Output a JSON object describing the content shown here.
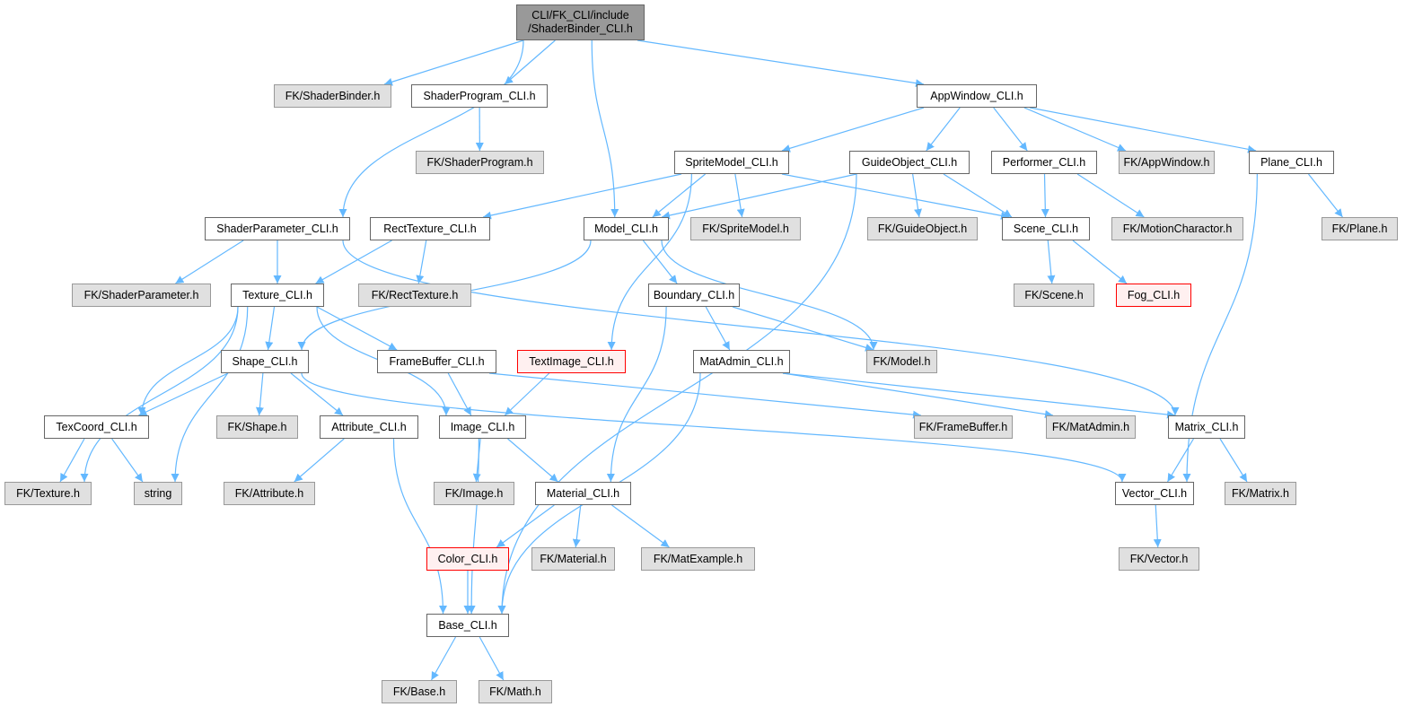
{
  "graph": {
    "colors": {
      "edge": "#63b8ff",
      "root_fill": "#999999",
      "external_fill": "#e0e0e0",
      "missing_border": "#ff0000"
    },
    "nodes": [
      {
        "id": "root",
        "label": "CLI/FK_CLI/include",
        "label2": "/ShaderBinder_CLI.h",
        "kind": "root"
      },
      {
        "id": "fk_shaderbinder",
        "label": "FK/ShaderBinder.h",
        "kind": "ext"
      },
      {
        "id": "shaderprogram",
        "label": "ShaderProgram_CLI.h",
        "kind": "local"
      },
      {
        "id": "fk_shaderprogram",
        "label": "FK/ShaderProgram.h",
        "kind": "ext"
      },
      {
        "id": "appwindow",
        "label": "AppWindow_CLI.h",
        "kind": "local"
      },
      {
        "id": "spritemodel",
        "label": "SpriteModel_CLI.h",
        "kind": "local"
      },
      {
        "id": "guideobject",
        "label": "GuideObject_CLI.h",
        "kind": "local"
      },
      {
        "id": "performer",
        "label": "Performer_CLI.h",
        "kind": "local"
      },
      {
        "id": "fk_appwindow",
        "label": "FK/AppWindow.h",
        "kind": "ext"
      },
      {
        "id": "plane",
        "label": "Plane_CLI.h",
        "kind": "local"
      },
      {
        "id": "shaderparameter",
        "label": "ShaderParameter_CLI.h",
        "kind": "local"
      },
      {
        "id": "recttexture",
        "label": "RectTexture_CLI.h",
        "kind": "local"
      },
      {
        "id": "model",
        "label": "Model_CLI.h",
        "kind": "local"
      },
      {
        "id": "fk_spritemodel",
        "label": "FK/SpriteModel.h",
        "kind": "ext"
      },
      {
        "id": "fk_guideobject",
        "label": "FK/GuideObject.h",
        "kind": "ext"
      },
      {
        "id": "scene",
        "label": "Scene_CLI.h",
        "kind": "local"
      },
      {
        "id": "fk_motioncharactor",
        "label": "FK/MotionCharactor.h",
        "kind": "ext"
      },
      {
        "id": "fk_plane",
        "label": "FK/Plane.h",
        "kind": "ext"
      },
      {
        "id": "fk_shaderparameter",
        "label": "FK/ShaderParameter.h",
        "kind": "ext"
      },
      {
        "id": "texture",
        "label": "Texture_CLI.h",
        "kind": "local"
      },
      {
        "id": "fk_recttexture",
        "label": "FK/RectTexture.h",
        "kind": "ext"
      },
      {
        "id": "boundary",
        "label": "Boundary_CLI.h",
        "kind": "local"
      },
      {
        "id": "fk_scene",
        "label": "FK/Scene.h",
        "kind": "ext"
      },
      {
        "id": "fog",
        "label": "Fog_CLI.h",
        "kind": "red"
      },
      {
        "id": "shape",
        "label": "Shape_CLI.h",
        "kind": "local"
      },
      {
        "id": "framebuffer",
        "label": "FrameBuffer_CLI.h",
        "kind": "local"
      },
      {
        "id": "textimage",
        "label": "TextImage_CLI.h",
        "kind": "red"
      },
      {
        "id": "matadmin",
        "label": "MatAdmin_CLI.h",
        "kind": "local"
      },
      {
        "id": "fk_model",
        "label": "FK/Model.h",
        "kind": "ext"
      },
      {
        "id": "texcoord",
        "label": "TexCoord_CLI.h",
        "kind": "local"
      },
      {
        "id": "fk_shape",
        "label": "FK/Shape.h",
        "kind": "ext"
      },
      {
        "id": "attribute",
        "label": "Attribute_CLI.h",
        "kind": "local"
      },
      {
        "id": "image",
        "label": "Image_CLI.h",
        "kind": "local"
      },
      {
        "id": "fk_framebuffer",
        "label": "FK/FrameBuffer.h",
        "kind": "ext"
      },
      {
        "id": "fk_matadmin",
        "label": "FK/MatAdmin.h",
        "kind": "ext"
      },
      {
        "id": "matrix",
        "label": "Matrix_CLI.h",
        "kind": "local"
      },
      {
        "id": "fk_texture",
        "label": "FK/Texture.h",
        "kind": "ext"
      },
      {
        "id": "string",
        "label": "string",
        "kind": "ext"
      },
      {
        "id": "fk_attribute",
        "label": "FK/Attribute.h",
        "kind": "ext"
      },
      {
        "id": "fk_image",
        "label": "FK/Image.h",
        "kind": "ext"
      },
      {
        "id": "material",
        "label": "Material_CLI.h",
        "kind": "local"
      },
      {
        "id": "vector",
        "label": "Vector_CLI.h",
        "kind": "local"
      },
      {
        "id": "fk_matrix",
        "label": "FK/Matrix.h",
        "kind": "ext"
      },
      {
        "id": "color",
        "label": "Color_CLI.h",
        "kind": "red"
      },
      {
        "id": "fk_material",
        "label": "FK/Material.h",
        "kind": "ext"
      },
      {
        "id": "fk_matexample",
        "label": "FK/MatExample.h",
        "kind": "ext"
      },
      {
        "id": "fk_vector",
        "label": "FK/Vector.h",
        "kind": "ext"
      },
      {
        "id": "base",
        "label": "Base_CLI.h",
        "kind": "local"
      },
      {
        "id": "fk_base",
        "label": "FK/Base.h",
        "kind": "ext"
      },
      {
        "id": "fk_math",
        "label": "FK/Math.h",
        "kind": "ext"
      }
    ],
    "edges": [
      [
        "root",
        "fk_shaderbinder"
      ],
      [
        "root",
        "shaderprogram"
      ],
      [
        "root",
        "appwindow"
      ],
      [
        "root",
        "shaderparameter"
      ],
      [
        "root",
        "model"
      ],
      [
        "shaderprogram",
        "fk_shaderprogram"
      ],
      [
        "appwindow",
        "spritemodel"
      ],
      [
        "appwindow",
        "guideobject"
      ],
      [
        "appwindow",
        "performer"
      ],
      [
        "appwindow",
        "fk_appwindow"
      ],
      [
        "appwindow",
        "plane"
      ],
      [
        "spritemodel",
        "recttexture"
      ],
      [
        "spritemodel",
        "model"
      ],
      [
        "spritemodel",
        "fk_spritemodel"
      ],
      [
        "spritemodel",
        "scene"
      ],
      [
        "spritemodel",
        "textimage"
      ],
      [
        "guideobject",
        "model"
      ],
      [
        "guideobject",
        "fk_guideobject"
      ],
      [
        "guideobject",
        "scene"
      ],
      [
        "guideobject",
        "base"
      ],
      [
        "performer",
        "scene"
      ],
      [
        "performer",
        "fk_motioncharactor"
      ],
      [
        "plane",
        "fk_plane"
      ],
      [
        "plane",
        "vector"
      ],
      [
        "shaderparameter",
        "fk_shaderparameter"
      ],
      [
        "shaderparameter",
        "texture"
      ],
      [
        "shaderparameter",
        "matrix"
      ],
      [
        "recttexture",
        "texture"
      ],
      [
        "recttexture",
        "fk_recttexture"
      ],
      [
        "model",
        "shape"
      ],
      [
        "model",
        "boundary"
      ],
      [
        "model",
        "fk_model"
      ],
      [
        "scene",
        "fk_scene"
      ],
      [
        "scene",
        "fog"
      ],
      [
        "texture",
        "fk_texture"
      ],
      [
        "texture",
        "texcoord"
      ],
      [
        "texture",
        "string"
      ],
      [
        "texture",
        "shape"
      ],
      [
        "texture",
        "image"
      ],
      [
        "texture",
        "framebuffer"
      ],
      [
        "boundary",
        "matadmin"
      ],
      [
        "boundary",
        "fk_model"
      ],
      [
        "boundary",
        "material"
      ],
      [
        "shape",
        "texcoord"
      ],
      [
        "shape",
        "fk_shape"
      ],
      [
        "shape",
        "attribute"
      ],
      [
        "shape",
        "vector"
      ],
      [
        "framebuffer",
        "image"
      ],
      [
        "framebuffer",
        "fk_framebuffer"
      ],
      [
        "textimage",
        "image"
      ],
      [
        "matadmin",
        "fk_matadmin"
      ],
      [
        "matadmin",
        "matrix"
      ],
      [
        "matadmin",
        "base"
      ],
      [
        "texcoord",
        "fk_texture"
      ],
      [
        "texcoord",
        "string"
      ],
      [
        "attribute",
        "fk_attribute"
      ],
      [
        "attribute",
        "base"
      ],
      [
        "image",
        "fk_image"
      ],
      [
        "image",
        "material"
      ],
      [
        "image",
        "base"
      ],
      [
        "matrix",
        "vector"
      ],
      [
        "matrix",
        "fk_matrix"
      ],
      [
        "material",
        "color"
      ],
      [
        "material",
        "fk_material"
      ],
      [
        "material",
        "fk_matexample"
      ],
      [
        "vector",
        "fk_vector"
      ],
      [
        "color",
        "base"
      ],
      [
        "base",
        "fk_base"
      ],
      [
        "base",
        "fk_math"
      ]
    ]
  }
}
